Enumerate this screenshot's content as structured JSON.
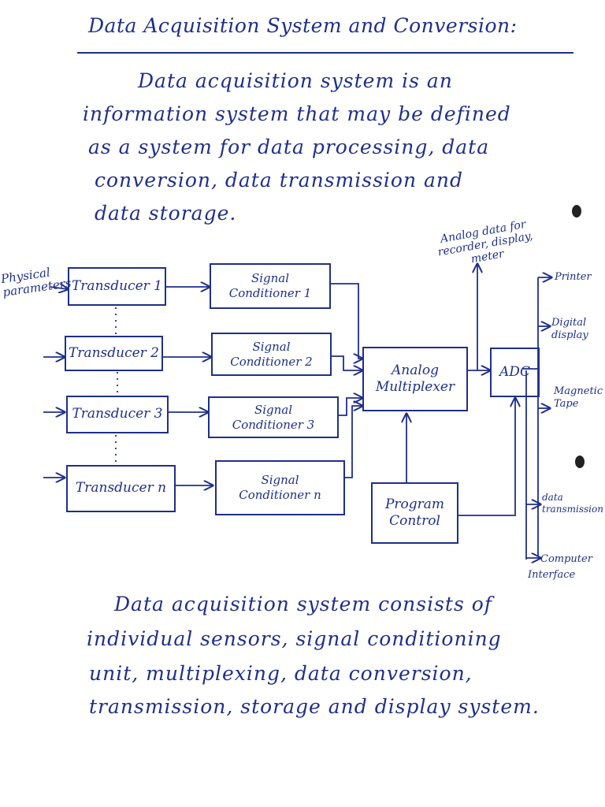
{
  "title": "Data Acquisition System and Conversion:",
  "intro_lines": [
    "Data acquisition system is an",
    "information system that may be defined",
    "as a system for data processing, data",
    "conversion, data transmission and",
    "data storage."
  ],
  "diagram": {
    "input_label": [
      "Physical",
      "parameters"
    ],
    "transducers": [
      "Transducer 1",
      "Transducer 2",
      "Transducer 3",
      "Transducer n"
    ],
    "conditioners": [
      [
        "Signal",
        "Conditioner 1"
      ],
      [
        "Signal",
        "Conditioner 2"
      ],
      [
        "Signal",
        "Conditioner 3"
      ],
      [
        "Signal",
        "Conditioner n"
      ]
    ],
    "multiplexer": [
      "Analog",
      "Multiplexer"
    ],
    "program_control": [
      "Program",
      "Control"
    ],
    "adc": "ADC",
    "analog_out": [
      "Analog data for",
      "recorder, display,",
      "meter"
    ],
    "outputs": [
      [
        "Printer"
      ],
      [
        "Digital",
        "display"
      ],
      [
        "Magnetic",
        "Tape"
      ],
      [
        "data",
        "transmission"
      ],
      [
        "Computer",
        "Interface"
      ]
    ]
  },
  "summary_lines": [
    "Data acquisition system consists of",
    "individual sensors, signal conditioning",
    "unit, multiplexing, data conversion,",
    "transmission, storage and display system."
  ],
  "colors": {
    "ink": "#1f2f8a",
    "paper": "#ffffff"
  }
}
